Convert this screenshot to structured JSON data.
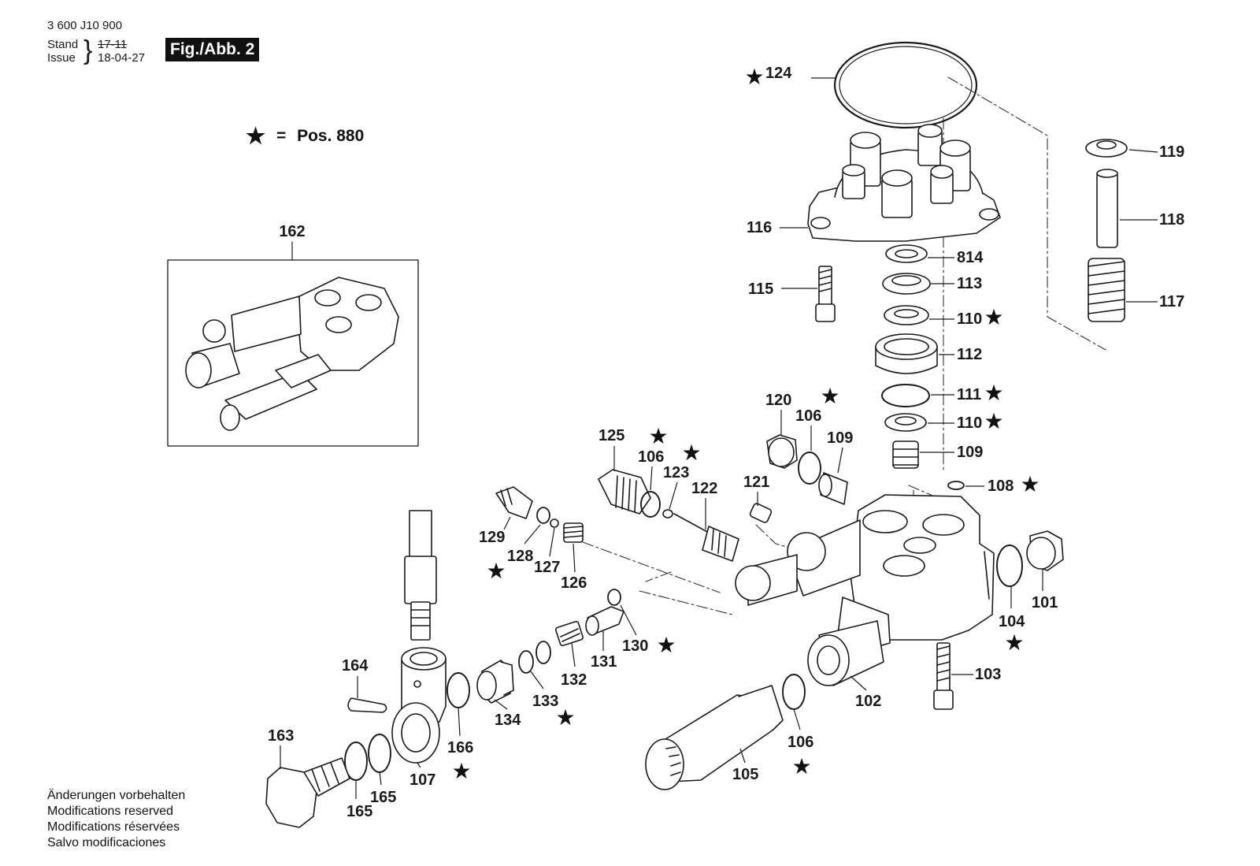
{
  "document": {
    "doc_number": "3 600 J10 900",
    "stand_label": "Stand",
    "stand_value": "17-11",
    "issue_label": "Issue",
    "issue_value": "18-04-27",
    "figure_label": "Fig./Abb. 2"
  },
  "legend": {
    "symbol": "★",
    "equals": "=",
    "text": "Pos. 880"
  },
  "footer": [
    "Änderungen vorbehalten",
    "Modifications reserved",
    "Modifications réservées",
    "Salvo modificaciones"
  ],
  "inset_label": "162",
  "callouts": [
    {
      "label": "124",
      "star": true
    },
    {
      "label": "119",
      "star": false
    },
    {
      "label": "118",
      "star": false
    },
    {
      "label": "117",
      "star": false
    },
    {
      "label": "116",
      "star": false
    },
    {
      "label": "814",
      "star": false
    },
    {
      "label": "113",
      "star": false
    },
    {
      "label": "115",
      "star": false
    },
    {
      "label": "110",
      "star": true
    },
    {
      "label": "112",
      "star": false
    },
    {
      "label": "111",
      "star": true
    },
    {
      "label": "110",
      "star": true
    },
    {
      "label": "109",
      "star": false
    },
    {
      "label": "108",
      "star": true
    },
    {
      "label": "120",
      "star": false
    },
    {
      "label": "106",
      "star": true
    },
    {
      "label": "109",
      "star": false
    },
    {
      "label": "125",
      "star": false
    },
    {
      "label": "106",
      "star": true
    },
    {
      "label": "123",
      "star": true
    },
    {
      "label": "122",
      "star": false
    },
    {
      "label": "121",
      "star": false
    },
    {
      "label": "129",
      "star": false
    },
    {
      "label": "128",
      "star": true
    },
    {
      "label": "127",
      "star": false
    },
    {
      "label": "126",
      "star": false
    },
    {
      "label": "130",
      "star": true
    },
    {
      "label": "131",
      "star": false
    },
    {
      "label": "132",
      "star": false
    },
    {
      "label": "133",
      "star": true
    },
    {
      "label": "134",
      "star": false
    },
    {
      "label": "164",
      "star": false
    },
    {
      "label": "163",
      "star": false
    },
    {
      "label": "166",
      "star": true
    },
    {
      "label": "107",
      "star": false
    },
    {
      "label": "165",
      "star": false
    },
    {
      "label": "165",
      "star": false
    },
    {
      "label": "101",
      "star": false
    },
    {
      "label": "104",
      "star": true
    },
    {
      "label": "103",
      "star": false
    },
    {
      "label": "102",
      "star": false
    },
    {
      "label": "105",
      "star": false
    },
    {
      "label": "106",
      "star": true
    }
  ]
}
